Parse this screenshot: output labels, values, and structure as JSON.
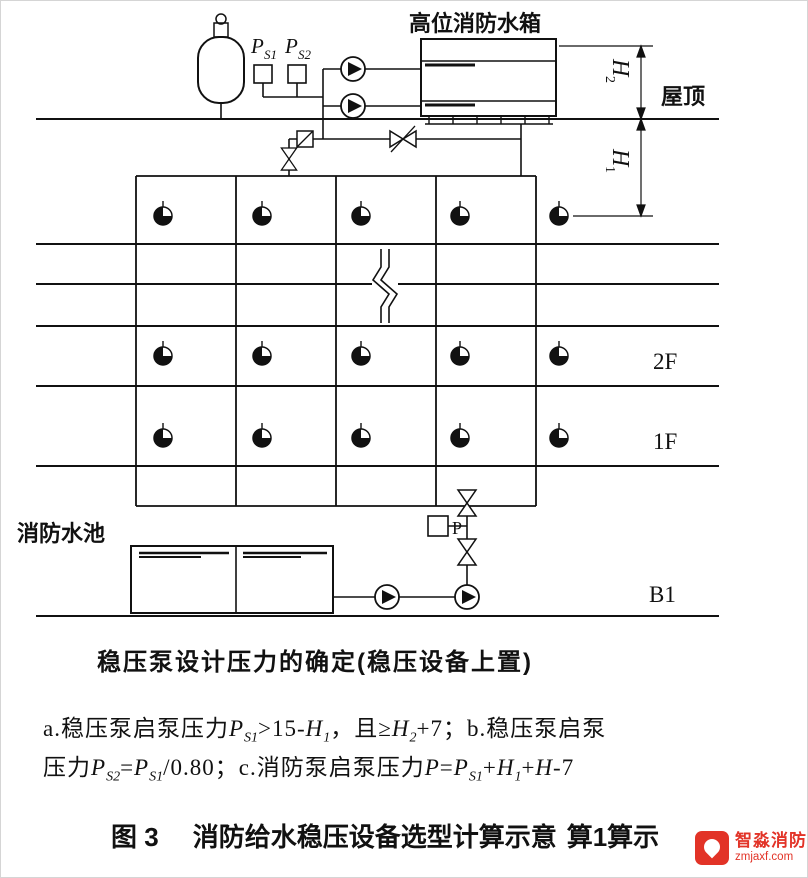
{
  "sym": {
    "p": "P",
    "h": "H",
    "s1": "S1",
    "s2": "S2",
    "n1": "1",
    "n2": "2"
  },
  "diagram": {
    "tank_label": "高位消防水箱",
    "roof_label": "屋顶",
    "pool_label": "消防水池",
    "floor_2f": "2F",
    "floor_1f": "1F",
    "floor_b1": "B1",
    "gauge_label": "P"
  },
  "heading": "稳压泵设计压力的确定(稳压设备上置)",
  "formula": {
    "a_pre": "a.稳压泵启泵压力",
    "a_gt": ">15-",
    "a_and": "，且≥",
    "a_tail": "+7；b.稳压泵启泵",
    "b_pre": "压力",
    "eq": "=",
    "b_mid": "/0.80；c.消防泵启泵压力",
    "plus": "+",
    "c_end": "-7"
  },
  "caption": {
    "fig": "图 3",
    "text": "消防给水稳压设备选型计算示意",
    "tail": "算1算示"
  },
  "watermark": {
    "name": "智淼消防",
    "site": "zmjaxf.com"
  },
  "colors": {
    "ink": "#111111",
    "watermark_red": "#e23327"
  }
}
